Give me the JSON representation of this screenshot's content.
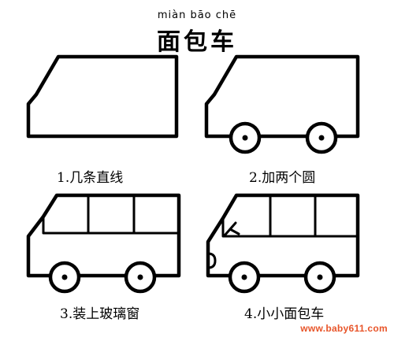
{
  "header": {
    "pinyin": "miàn bāo chē",
    "title": "面包车"
  },
  "steps": [
    {
      "label": "1.几条直线"
    },
    {
      "label": "2.加两个圆"
    },
    {
      "label": "3.装上玻璃窗"
    },
    {
      "label": "4.小小面包车"
    }
  ],
  "watermark": "www.baby611.com"
}
